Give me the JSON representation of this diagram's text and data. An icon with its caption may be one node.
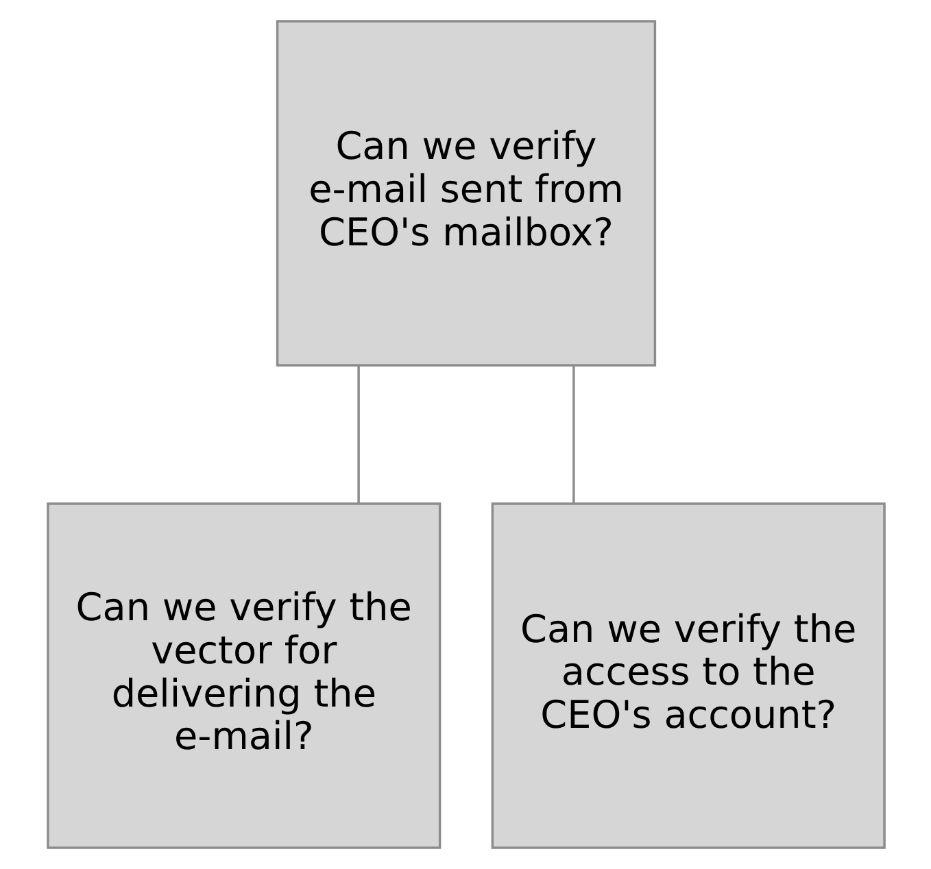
{
  "diagram": {
    "nodes": [
      {
        "text": [
          "Can we verify e-mail sent from CEO's mailbox?"
        ]
      },
      {
        "text": [
          "Can we verify the vector for delivering the e-mail?"
        ]
      },
      {
        "text": [
          "Can we verify the access to the CEO's account?"
        ]
      }
    ],
    "edges": [
      {
        "from": 0,
        "to": 1,
        "arrow": "none"
      },
      {
        "from": 0,
        "to": 2,
        "arrow": "none"
      }
    ]
  }
}
